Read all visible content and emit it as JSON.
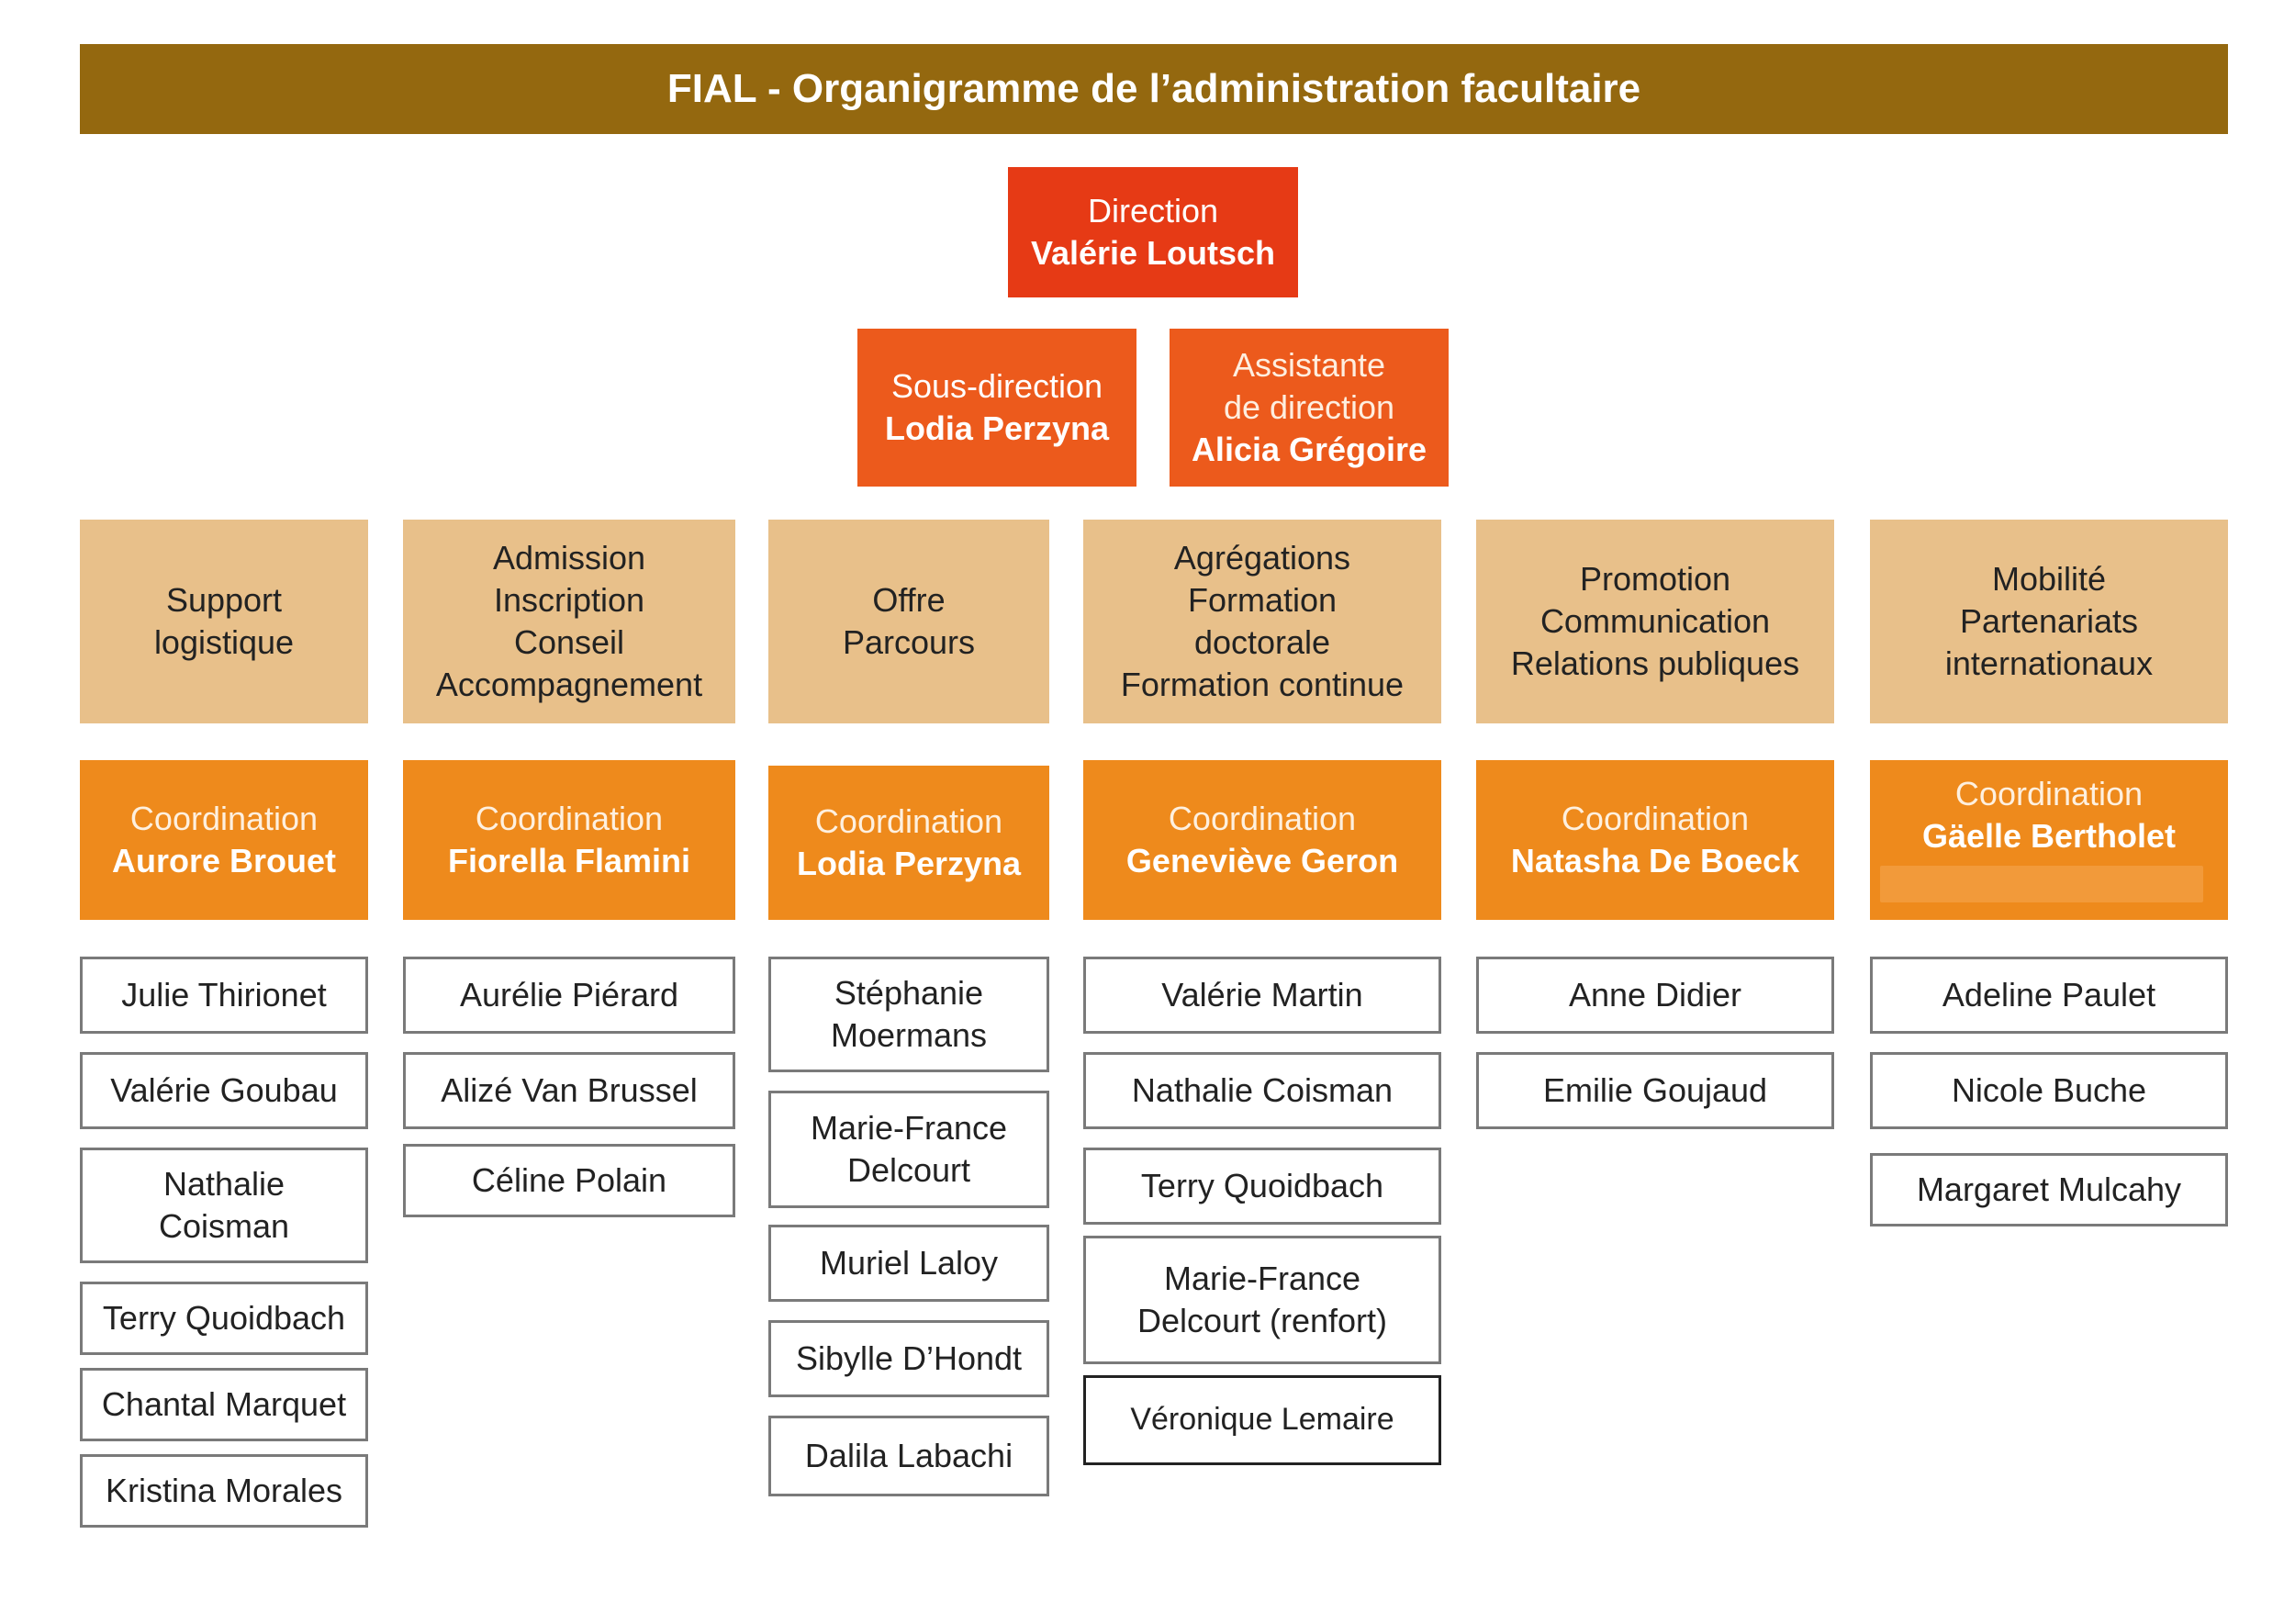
{
  "header": {
    "title": "FIAL - Organigramme de l’administration facultaire"
  },
  "direction": {
    "label": "Direction",
    "name": "Valérie Loutsch"
  },
  "sub_direction": {
    "label": "Sous-direction",
    "name": "Lodia Perzyna"
  },
  "assistant": {
    "label_line1": "Assistante",
    "label_line2": "de direction",
    "name": "Alicia Grégoire"
  },
  "departments": [
    {
      "lines": [
        "Support",
        "logistique"
      ],
      "coord_label": "Coordination",
      "coord_name": "Aurore Brouet",
      "members": [
        [
          "Julie Thirionet"
        ],
        [
          "Valérie Goubau"
        ],
        [
          "Nathalie",
          "Coisman"
        ],
        [
          "Terry Quoidbach"
        ],
        [
          "Chantal Marquet"
        ],
        [
          "Kristina Morales"
        ]
      ]
    },
    {
      "lines": [
        "Admission",
        "Inscription",
        "Conseil",
        "Accompagnement"
      ],
      "coord_label": "Coordination",
      "coord_name": "Fiorella Flamini",
      "members": [
        [
          "Aurélie Piérard"
        ],
        [
          "Alizé Van Brussel"
        ],
        [
          "Céline Polain"
        ]
      ]
    },
    {
      "lines": [
        "Offre",
        "Parcours"
      ],
      "coord_label": "Coordination",
      "coord_name": "Lodia Perzyna",
      "members": [
        [
          "Stéphanie",
          "Moermans"
        ],
        [
          "Marie-France",
          "Delcourt"
        ],
        [
          "Muriel Laloy"
        ],
        [
          "Sibylle D’Hondt"
        ],
        [
          "Dalila Labachi"
        ]
      ]
    },
    {
      "lines": [
        "Agrégations",
        "Formation",
        "doctorale",
        "Formation continue"
      ],
      "coord_label": "Coordination",
      "coord_name": "Geneviève Geron",
      "members": [
        [
          "Valérie Martin"
        ],
        [
          "Nathalie Coisman"
        ],
        [
          "Terry Quoidbach"
        ],
        [
          "Marie-France",
          "Delcourt (renfort)"
        ],
        [
          "Véronique Lemaire"
        ]
      ]
    },
    {
      "lines": [
        "Promotion",
        "Communication",
        "Relations publiques"
      ],
      "coord_label": "Coordination",
      "coord_name": "Natasha De Boeck",
      "members": [
        [
          "Anne Didier"
        ],
        [
          "Emilie Goujaud"
        ]
      ]
    },
    {
      "lines": [
        "Mobilité",
        "Partenariats",
        "internationaux"
      ],
      "coord_label": "Coordination",
      "coord_name": "Gäelle Bertholet",
      "members": [
        [
          "Adeline Paulet"
        ],
        [
          "Nicole Buche"
        ],
        [
          "Margaret Mulcahy"
        ]
      ]
    }
  ],
  "colors": {
    "title_bar": "#94680f",
    "direction": "#e63a15",
    "sub_direction": "#ec5a1c",
    "department": "#e8c08a",
    "coordination": "#ee8a1c",
    "member_border": "#7a7a7a"
  }
}
